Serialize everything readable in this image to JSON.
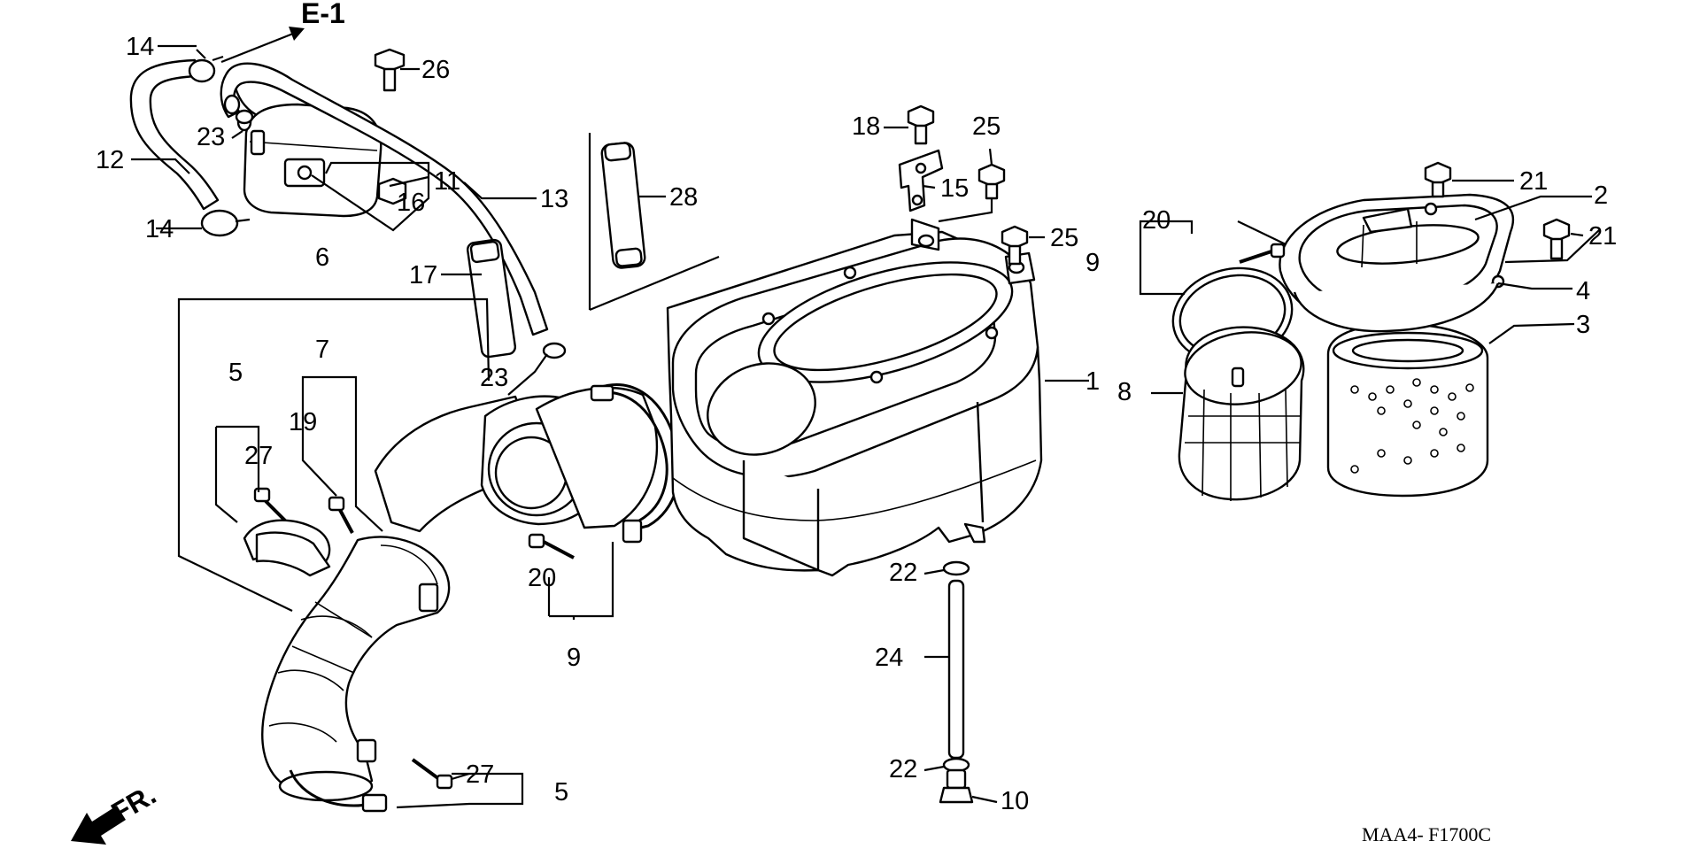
{
  "header": {
    "ref_label": "E-1"
  },
  "footer": {
    "front_label": "FR.",
    "figure_code": "MAA4- F1700C"
  },
  "callouts": {
    "c1": "1",
    "c2": "2",
    "c3": "3",
    "c4": "4",
    "c5a": "5",
    "c5b": "5",
    "c6": "6",
    "c7": "7",
    "c8": "8",
    "c9a": "9",
    "c9b": "9",
    "c10": "10",
    "c11": "11",
    "c12": "12",
    "c13": "13",
    "c14a": "14",
    "c14b": "14",
    "c15": "15",
    "c16": "16",
    "c17": "17",
    "c18": "18",
    "c19": "19",
    "c20a": "20",
    "c20b": "20",
    "c21a": "21",
    "c21b": "21",
    "c22a": "22",
    "c22b": "22",
    "c23a": "23",
    "c23b": "23",
    "c24": "24",
    "c25a": "25",
    "c25b": "25",
    "c26": "26",
    "c27a": "27",
    "c27b": "27",
    "c28": "28"
  },
  "icons": {
    "front_arrow": "front-arrow-icon",
    "ref_arrow": "reference-arrow-icon"
  }
}
